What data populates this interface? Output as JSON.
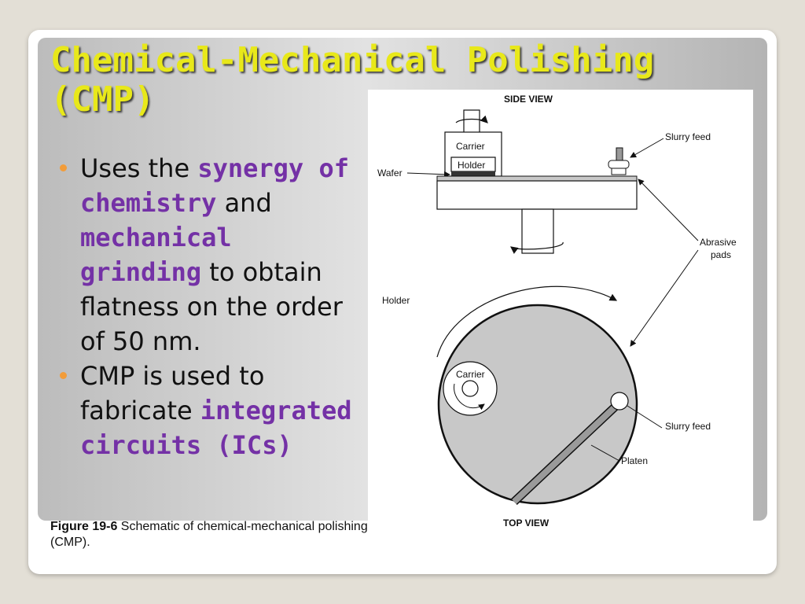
{
  "slide": {
    "title_line1": "Chemical-Mechanical Polishing",
    "title_line2": "(CMP)",
    "bullets": [
      {
        "parts": [
          {
            "text": "Uses the ",
            "bold": false
          },
          {
            "text": "synergy of chemistry",
            "bold": true
          },
          {
            "text": " and ",
            "bold": false
          },
          {
            "text": "mechanical grinding",
            "bold": true
          },
          {
            "text": " to obtain flatness on the order of 50 nm.",
            "bold": false
          }
        ]
      },
      {
        "parts": [
          {
            "text": "CMP is used to fabricate ",
            "bold": false
          },
          {
            "text": "integrated circuits (ICs)",
            "bold": true
          }
        ]
      }
    ],
    "caption_label": "Figure 19-6",
    "caption_text": " Schematic of chemical-mechanical polishing (CMP)."
  },
  "figure": {
    "side_view": "SIDE VIEW",
    "top_view": "TOP VIEW",
    "carrier_top": "Carrier",
    "holder_box": "Holder",
    "wafer": "Wafer",
    "slurry_feed_top": "Slurry feed",
    "abrasive_line1": "Abrasive",
    "abrasive_line2": "pads",
    "holder_left": "Holder",
    "carrier_bottom": "Carrier",
    "slurry_feed_bottom": "Slurry feed",
    "platen": "Platen"
  },
  "colors": {
    "title": "#e8e81a",
    "highlight": "#7431a6",
    "bullet_dot": "#f29c39",
    "platen_fill": "#c8c8c8"
  }
}
